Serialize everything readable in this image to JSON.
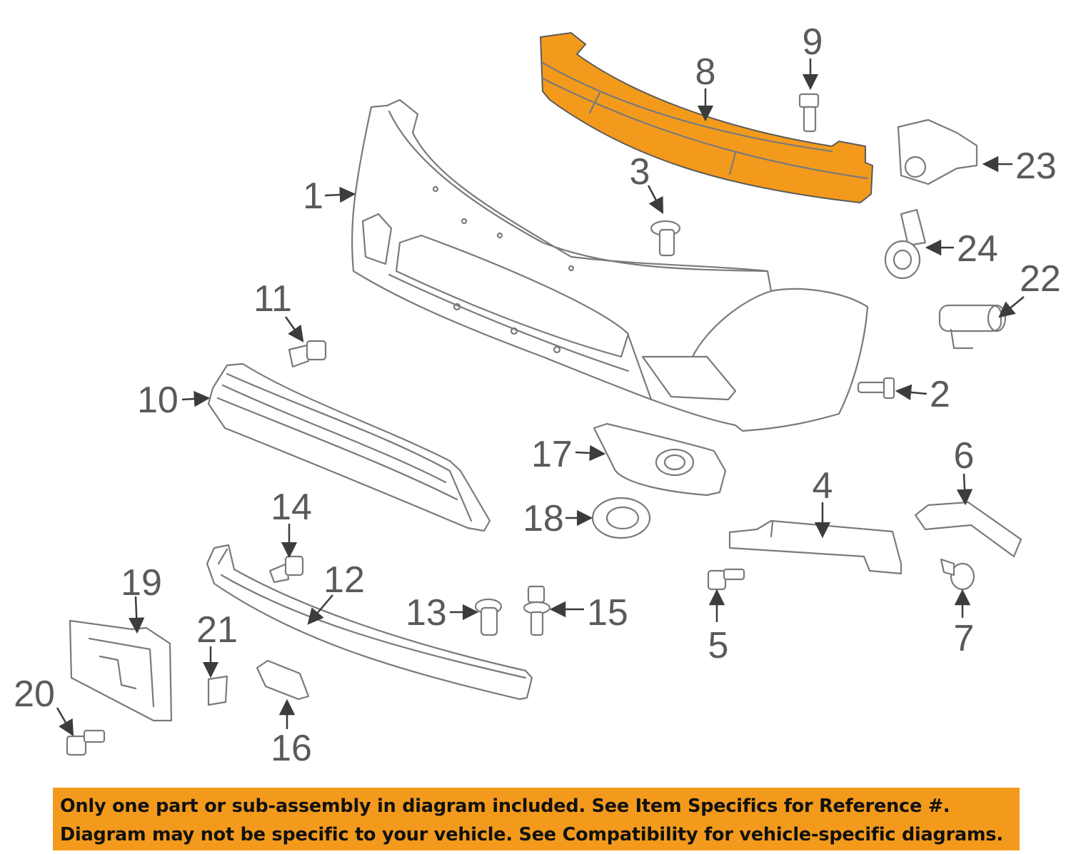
{
  "diagram": {
    "highlight_color": "#f39a1c",
    "line_color": "#7a7a7a",
    "label_color": "#5a5a5a",
    "highlighted_part": "8",
    "callouts": [
      "1",
      "2",
      "3",
      "4",
      "5",
      "6",
      "7",
      "8",
      "9",
      "10",
      "11",
      "12",
      "13",
      "14",
      "15",
      "16",
      "17",
      "18",
      "19",
      "20",
      "21",
      "22",
      "23",
      "24"
    ]
  },
  "banner": {
    "background": "#f39a1c",
    "line1": "Only one part or sub-assembly in diagram included. See Item Specifics for Reference #.",
    "line2": "Diagram may not be specific to your vehicle. See Compatibility for vehicle-specific diagrams."
  }
}
